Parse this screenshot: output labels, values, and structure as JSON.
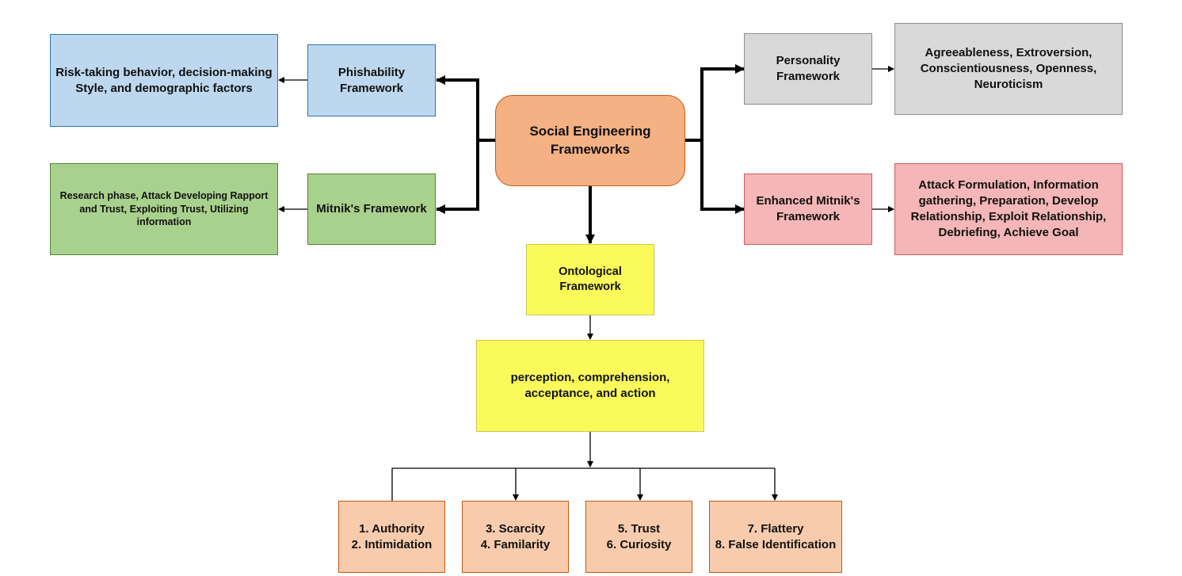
{
  "colors": {
    "center": "#f4b183",
    "phishability": "#bdd7ee",
    "mitnik": "#a9d18e",
    "personality": "#d9d9d9",
    "enhanced_mitnik": "#f4b6b6",
    "ontological": "#fafa5a",
    "principles": "#f8cbad",
    "connector": "#000000"
  },
  "center": {
    "lines": [
      "Social Engineering",
      "Frameworks"
    ]
  },
  "phishability": {
    "framework": {
      "lines": [
        "Phishability",
        "Framework"
      ]
    },
    "detail": {
      "lines": [
        "Risk-taking behavior, decision-making",
        "Style, and demographic factors"
      ]
    }
  },
  "mitnik": {
    "framework": {
      "lines": [
        "Mitnik's Framework"
      ]
    },
    "detail": {
      "lines": [
        "Research phase, Attack Developing Rapport",
        "and Trust, Exploiting Trust, Utilizing",
        "information"
      ]
    }
  },
  "personality": {
    "framework": {
      "lines": [
        "Personality",
        "Framework"
      ]
    },
    "detail": {
      "lines": [
        "Agreeableness, Extroversion,",
        "Conscientiousness, Openness,",
        "Neuroticism"
      ]
    }
  },
  "enhanced_mitnik": {
    "framework": {
      "lines": [
        "Enhanced Mitnik's",
        "Framework"
      ]
    },
    "detail": {
      "lines": [
        "Attack Formulation, Information",
        "gathering, Preparation, Develop",
        "Relationship, Exploit Relationship,",
        "Debriefing, Achieve Goal"
      ]
    }
  },
  "ontological": {
    "framework": {
      "lines": [
        "Ontological",
        "Framework"
      ]
    },
    "detail": {
      "lines": [
        "perception, comprehension,",
        "acceptance, and action"
      ]
    }
  },
  "principles": [
    {
      "lines": [
        "1. Authority",
        "2. Intimidation"
      ]
    },
    {
      "lines": [
        "3. Scarcity",
        "4. Familarity"
      ]
    },
    {
      "lines": [
        "5. Trust",
        "6. Curiosity"
      ]
    },
    {
      "lines": [
        "7. Flattery",
        "8. False Identification"
      ]
    }
  ]
}
